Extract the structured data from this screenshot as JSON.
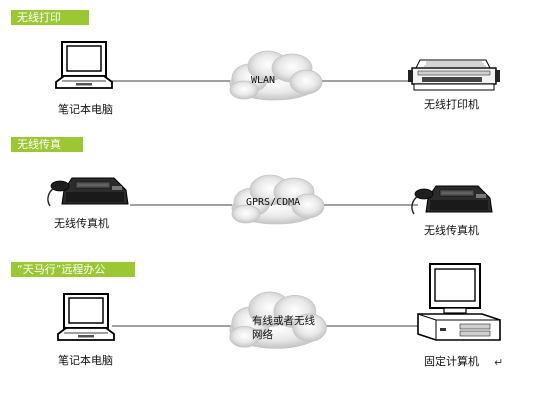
{
  "sections": [
    {
      "tag": "无线打印",
      "left_device_label": "笔记本电脑",
      "network_label": "WLAN",
      "right_device_label": "无线打印机"
    },
    {
      "tag": "无线传真",
      "left_device_label": "无线传真机",
      "network_label": "GPRS/CDMA",
      "right_device_label": "无线传真机"
    },
    {
      "tag": "“天马行”远程办公",
      "left_device_label": "笔记本电脑",
      "network_label_line1": "有线或者无线",
      "network_label_line2": "网络",
      "right_device_label": "固定计算机"
    }
  ],
  "return_mark": "↵",
  "colors": {
    "tag_background": "#9bc832",
    "tag_text": "#ffffff",
    "line": "#000000"
  },
  "icons": [
    "laptop-icon",
    "printer-icon",
    "fax-icon",
    "desktop-computer-icon",
    "cloud-icon"
  ]
}
